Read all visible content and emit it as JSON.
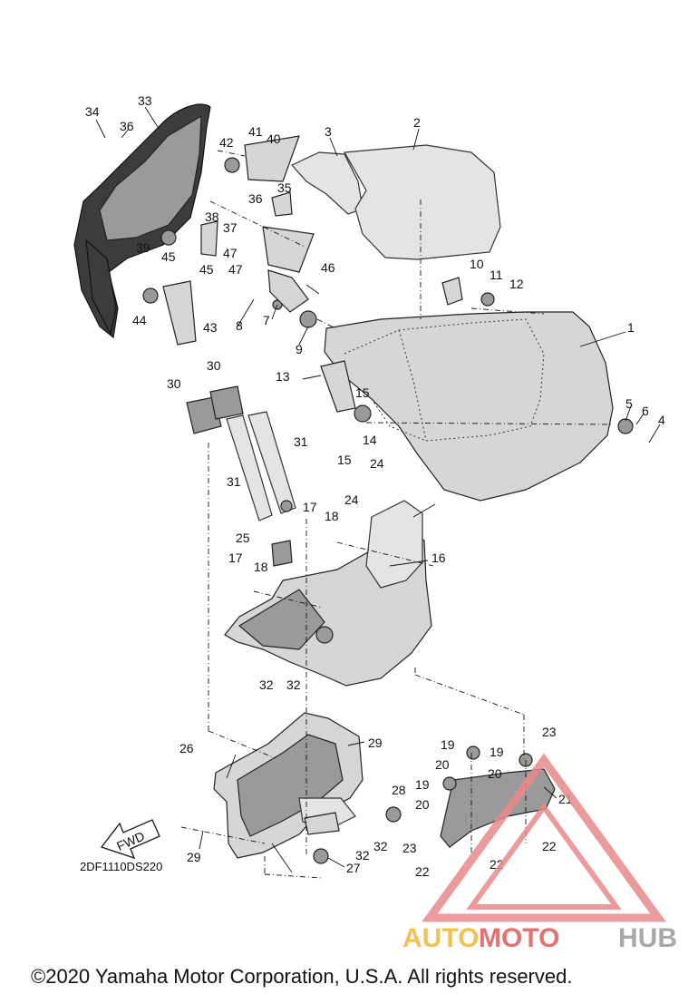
{
  "diagram": {
    "code": "2DF1110DS220",
    "fwd_label": "FWD",
    "copyright": "©2020 Yamaha Motor Corporation, U.S.A. All rights reserved.",
    "watermark": {
      "part1": "AUTO",
      "part2": "MOTO",
      "part3": "HUB"
    },
    "callouts": [
      "1",
      "2",
      "3",
      "4",
      "5",
      "6",
      "7",
      "8",
      "9",
      "10",
      "11",
      "12",
      "13",
      "14",
      "15",
      "15",
      "16",
      "17",
      "17",
      "18",
      "18",
      "19",
      "19",
      "19",
      "20",
      "20",
      "20",
      "21",
      "22",
      "22",
      "22",
      "23",
      "23",
      "24",
      "24",
      "25",
      "26",
      "27",
      "28",
      "29",
      "29",
      "30",
      "30",
      "31",
      "31",
      "32",
      "32",
      "32",
      "32",
      "33",
      "34",
      "35",
      "36",
      "36",
      "37",
      "38",
      "39",
      "40",
      "41",
      "42",
      "43",
      "44",
      "45",
      "45",
      "46",
      "47",
      "47"
    ]
  }
}
